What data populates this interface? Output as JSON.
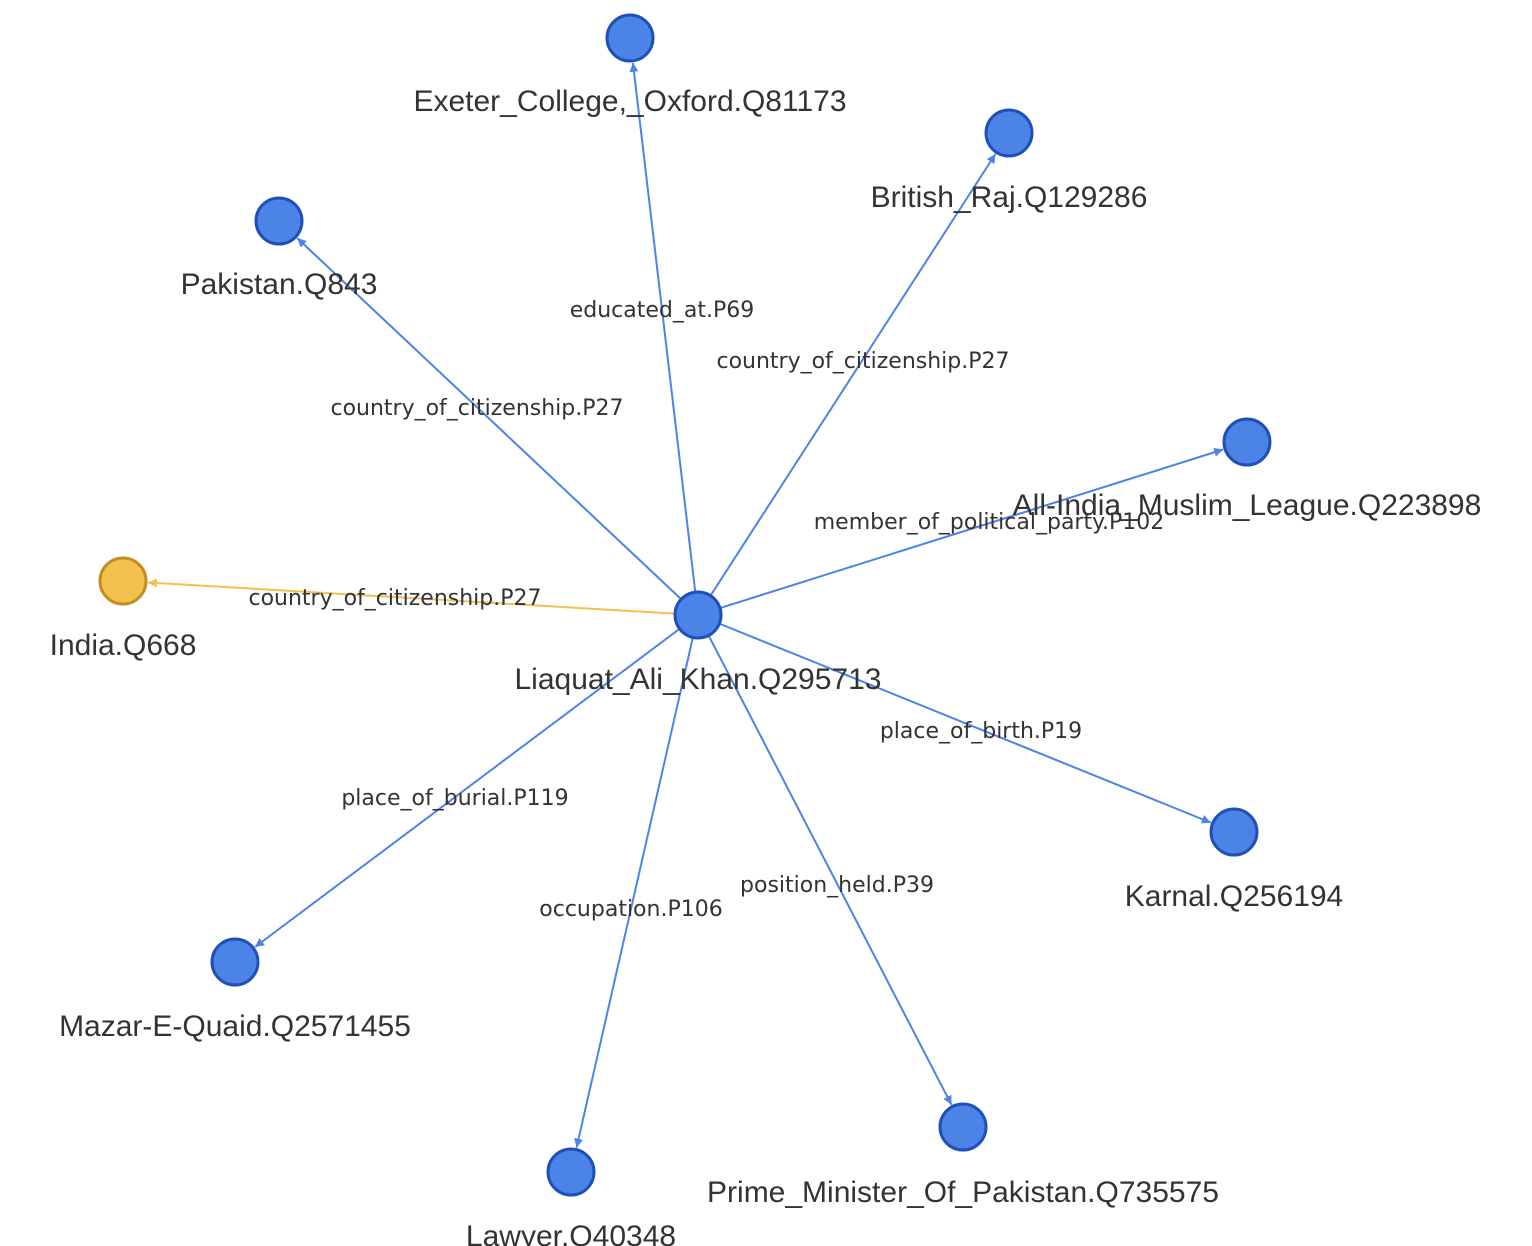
{
  "graph": {
    "colors": {
      "node_fill": "#4b83e6",
      "node_stroke": "#1f4fb8",
      "edge": "#4b83e6",
      "highlight_fill": "#f2c14e",
      "highlight_stroke": "#c28f1e",
      "highlight_edge": "#f2c14e"
    },
    "center": {
      "id": "Q295713",
      "label": "Liaquat_Ali_Khan.Q295713"
    },
    "nodes": [
      {
        "id": "Q81173",
        "label": "Exeter_College,_Oxford.Q81173",
        "edge_label": "educated_at.P69",
        "highlight": false
      },
      {
        "id": "Q129286",
        "label": "British_Raj.Q129286",
        "edge_label": "country_of_citizenship.P27",
        "highlight": false
      },
      {
        "id": "Q843",
        "label": "Pakistan.Q843",
        "edge_label": "country_of_citizenship.P27",
        "highlight": false
      },
      {
        "id": "Q223898",
        "label": "All-India_Muslim_League.Q223898",
        "edge_label": "member_of_political_party.P102",
        "highlight": false
      },
      {
        "id": "Q668",
        "label": "India.Q668",
        "edge_label": "country_of_citizenship.P27",
        "highlight": true
      },
      {
        "id": "Q256194",
        "label": "Karnal.Q256194",
        "edge_label": "place_of_birth.P19",
        "highlight": false
      },
      {
        "id": "Q2571455",
        "label": "Mazar-E-Quaid.Q2571455",
        "edge_label": "place_of_burial.P119",
        "highlight": false
      },
      {
        "id": "Q40348",
        "label": "Lawyer.Q40348",
        "edge_label": "occupation.P106",
        "highlight": false
      },
      {
        "id": "Q735575",
        "label": "Prime_Minister_Of_Pakistan.Q735575",
        "edge_label": "position_held.P39",
        "highlight": false
      }
    ]
  }
}
